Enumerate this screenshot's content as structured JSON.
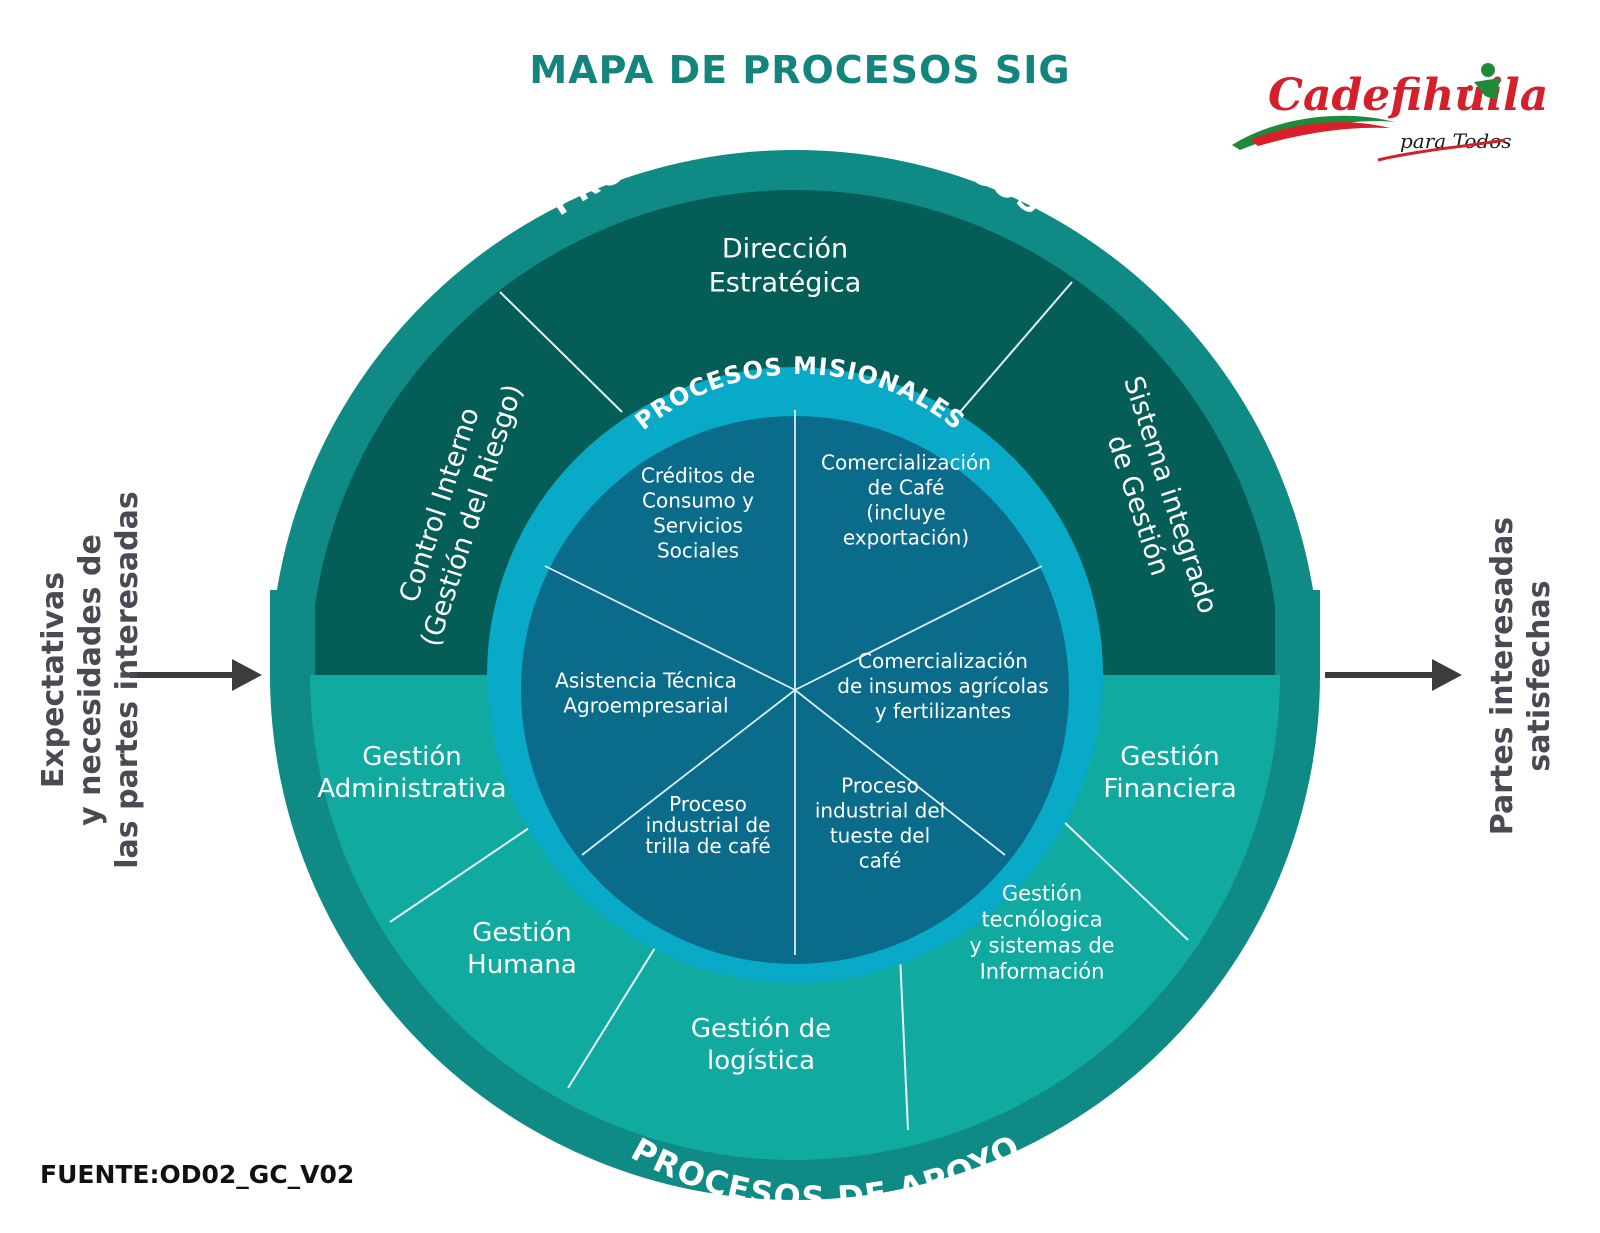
{
  "title": "MAPA DE PROCESOS SIG",
  "logo": {
    "name": "Cadefihuila",
    "tagline": "para Todos"
  },
  "input_label": [
    "Expectativas",
    "y necesidades de",
    "las partes interesadas"
  ],
  "output_label": [
    "Partes interesadas",
    "satisfechas"
  ],
  "source": "FUENTE:OD02_GC_V02",
  "strategic": {
    "heading": "PROCESOS ESTRATÉGICOS",
    "items": [
      {
        "id": "direccion",
        "lines": [
          "Dirección",
          "Estratégica"
        ]
      },
      {
        "id": "control",
        "lines": [
          "Control Interno",
          "(Gestión del Riesgo)"
        ]
      },
      {
        "id": "sistema",
        "lines": [
          "Sistema integrado",
          "de Gestión"
        ]
      }
    ]
  },
  "missional": {
    "heading": "PROCESOS MISIONALES",
    "items": [
      {
        "id": "creditos",
        "lines": [
          "Créditos de",
          "Consumo y",
          "Servicios",
          "Sociales"
        ]
      },
      {
        "id": "comercializacion-cafe",
        "lines": [
          "Comercialización",
          "de Café",
          "(incluye",
          "exportación)"
        ]
      },
      {
        "id": "comercializacion-insumos",
        "lines": [
          "Comercialización",
          "de insumos agrícolas",
          "y fertilizantes"
        ]
      },
      {
        "id": "tueste",
        "lines": [
          "Proceso",
          "industrial del",
          "tueste del",
          "café"
        ]
      },
      {
        "id": "trilla",
        "lines": [
          "Proceso",
          "industrial de",
          "trilla de café"
        ]
      },
      {
        "id": "asistencia",
        "lines": [
          "Asistencia Técnica",
          "Agroempresarial"
        ]
      }
    ]
  },
  "support": {
    "heading": "PROCESOS DE APOYO",
    "items": [
      {
        "id": "administrativa",
        "lines": [
          "Gestión",
          "Administrativa"
        ]
      },
      {
        "id": "humana",
        "lines": [
          "Gestión",
          "Humana"
        ]
      },
      {
        "id": "logistica",
        "lines": [
          "Gestión de",
          "logística"
        ]
      },
      {
        "id": "tecnologica",
        "lines": [
          "Gestión",
          "tecnólogica",
          "y sistemas de",
          "Información"
        ]
      },
      {
        "id": "financiera",
        "lines": [
          "Gestión",
          "Financiera"
        ]
      }
    ]
  },
  "colors": {
    "outer_ring": "#0f8a85",
    "strategic_fill": "#055d58",
    "support_fill": "#10aaa1",
    "missional_ring": "#09a9c8",
    "missional_fill": "#0a6b8b",
    "title": "#14847e",
    "side_text": "#4a4a55"
  }
}
